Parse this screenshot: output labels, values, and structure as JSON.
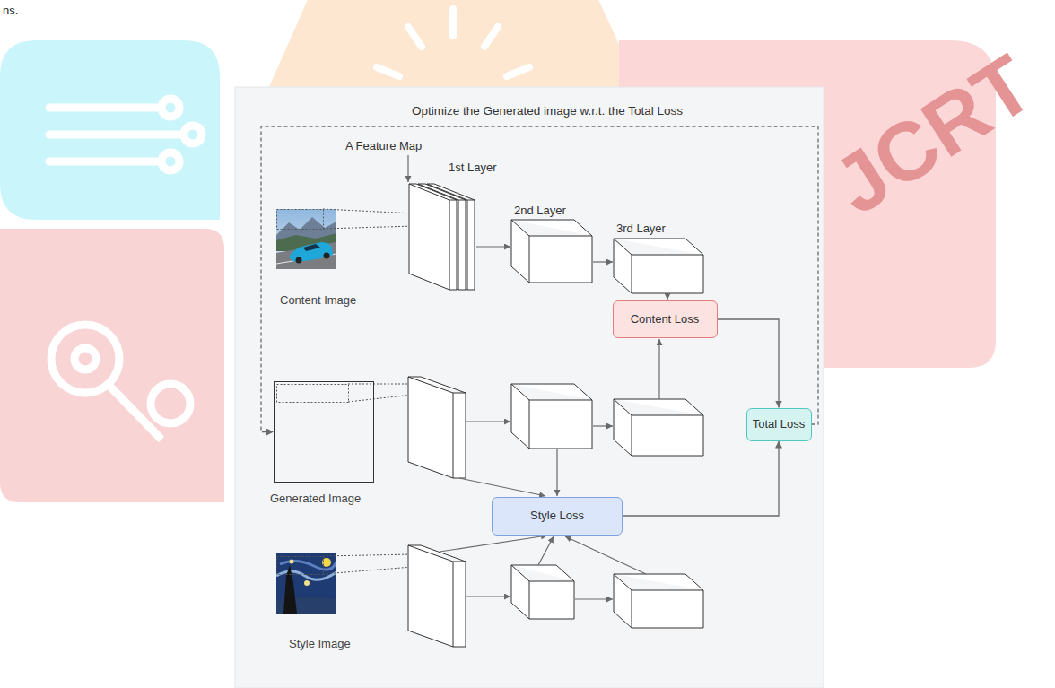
{
  "diagram": {
    "title": "Optimize the Generated image w.r.t. the Total Loss",
    "nodes": [
      {
        "text": [
          "Content Image"
        ]
      },
      {
        "text": [
          "Content Loss"
        ]
      },
      {
        "text": [
          "Generated Image"
        ]
      },
      {
        "text": [
          "Total Loss"
        ]
      },
      {
        "text": [
          "Style Loss"
        ]
      },
      {
        "text": [
          "Style Image"
        ]
      }
    ],
    "edges": [
      {
        "from": 1,
        "to": 3,
        "arrow": "to"
      },
      {
        "from": 4,
        "to": 3,
        "arrow": "to"
      },
      {
        "from": 3,
        "to": 2,
        "arrow": "to"
      }
    ],
    "labels": [
      "A Feature Map",
      "1st Layer",
      "2nd Layer",
      "3rd Layer",
      "JCRT",
      "ns."
    ]
  }
}
